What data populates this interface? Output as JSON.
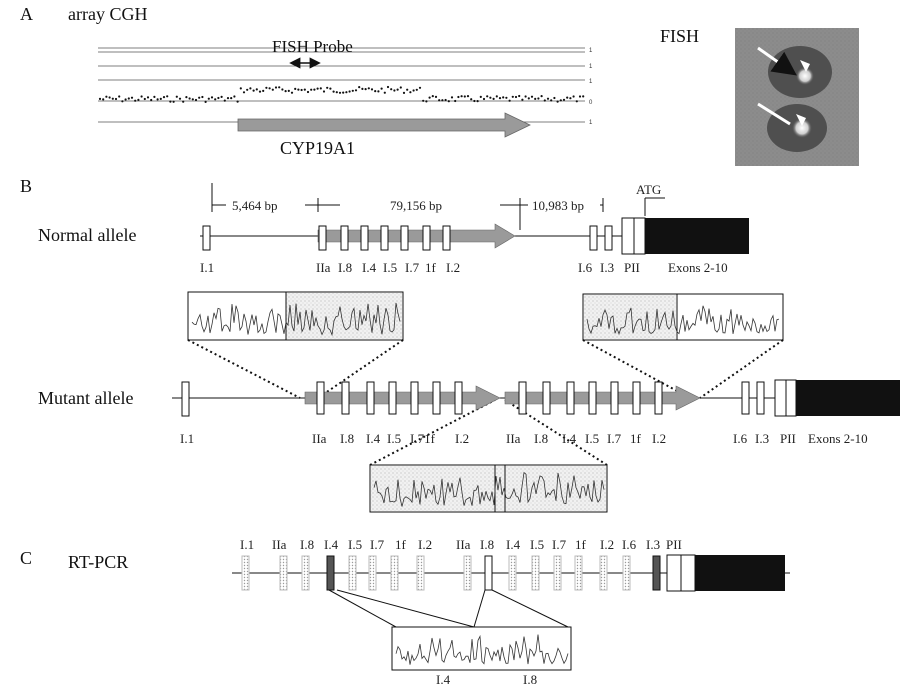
{
  "panels": {
    "a": {
      "letter": "A",
      "title": "array CGH",
      "fish_label": "FISH",
      "probe_label": "FISH Probe",
      "gene_label": "CYP19A1"
    },
    "b": {
      "letter": "B",
      "normal_label": "Normal allele",
      "mutant_label": "Mutant allele",
      "dist1": "5,464 bp",
      "dist2": "79,156 bp",
      "dist3": "10,983 bp",
      "atg": "ATG",
      "normal_exons": [
        "I.1",
        "IIa",
        "I.8",
        "I.4",
        "I.5",
        "I.7",
        "1f",
        "I.2",
        "I.6",
        "I.3",
        "PII",
        "Exons 2-10"
      ],
      "mutant_exons": [
        "I.1",
        "IIa",
        "I.8",
        "I.4",
        "I.5",
        "I.71f",
        "I.2",
        "IIa",
        "I.8",
        "I.4",
        "I.5",
        "I.7",
        "1f",
        "I.2",
        "I.6",
        "I.3",
        "PII",
        "Exons 2-10"
      ]
    },
    "c": {
      "letter": "C",
      "title": "RT-PCR",
      "exons": [
        "I.1",
        "IIa",
        "I.8",
        "I.4",
        "I.5",
        "I.7",
        "1f",
        "I.2",
        "IIa",
        "I.8",
        "I.4",
        "I.5",
        "I.7",
        "1f",
        "I.2",
        "I.6",
        "I.3",
        "PII"
      ],
      "trace_labels": [
        "I.4",
        "I.8"
      ]
    }
  }
}
